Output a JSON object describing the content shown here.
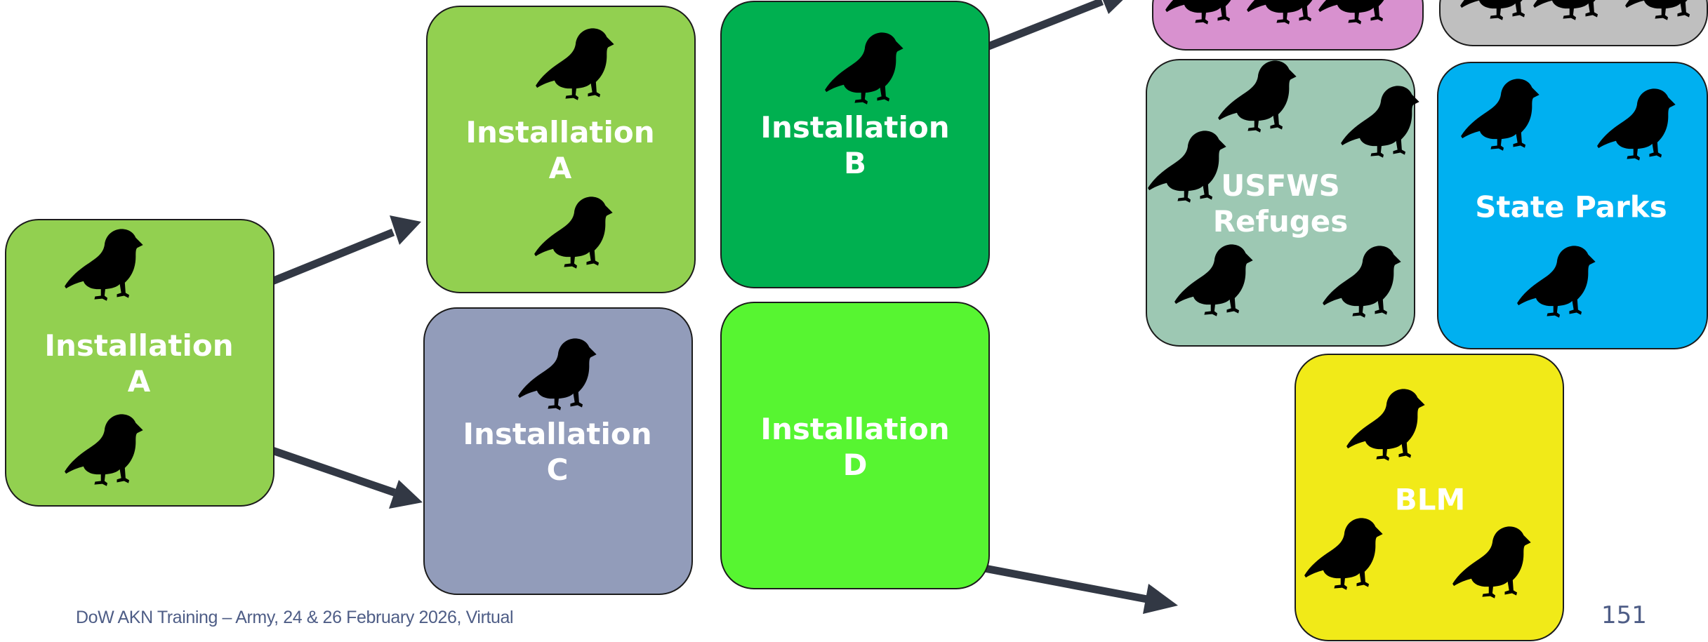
{
  "colors": {
    "installation_a": "#92d050",
    "installation_b": "#00b050",
    "installation_c": "#929cba",
    "installation_d": "#57f531",
    "usfws": "#9dc8b3",
    "state_parks": "#00b0f0",
    "blm": "#f1ea18",
    "top_pink": "#d891cf",
    "top_gray": "#bfbfbf",
    "arrow": "#323844",
    "bird": "#000000"
  },
  "icons": {
    "bird": "bird-silhouette-icon"
  },
  "boxes": {
    "installation_a_left": {
      "line1": "Installation",
      "line2": "A"
    },
    "installation_a_top": {
      "line1": "Installation",
      "line2": "A"
    },
    "installation_c": {
      "line1": "Installation",
      "line2": "C"
    },
    "installation_b": {
      "line1": "Installation",
      "line2": "B"
    },
    "installation_d": {
      "line1": "Installation",
      "line2": "D"
    },
    "usfws": {
      "line1": "USFWS",
      "line2": "Refuges"
    },
    "state_parks": {
      "label": "State Parks"
    },
    "blm": {
      "label": "BLM"
    }
  },
  "footer": {
    "text": "DoW AKN Training – Army, 24 & 26 February 2026, Virtual",
    "page": "151"
  }
}
